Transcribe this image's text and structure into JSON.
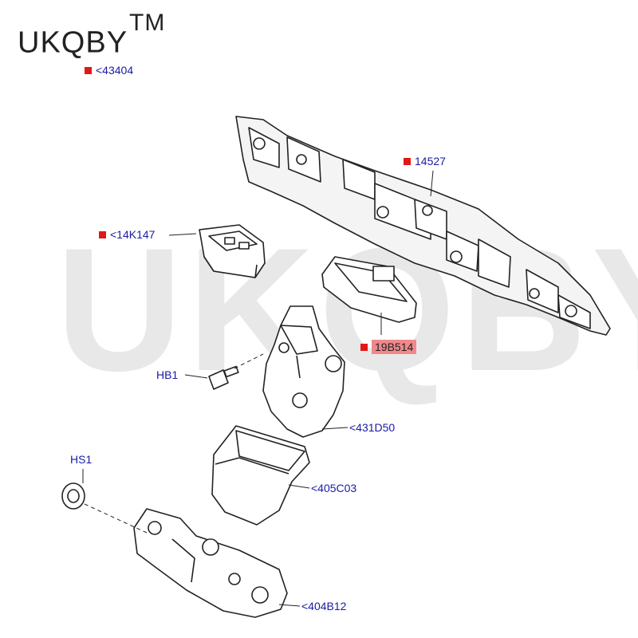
{
  "brand": {
    "name": "UKQBY",
    "mark": "TM"
  },
  "watermark": "UKQBYTM",
  "callouts": {
    "c43404": "<43404",
    "c14527": "14527",
    "c14K147": "<14K147",
    "c19B514": "19B514",
    "cHB1": "HB1",
    "c431D50": "<431D50",
    "cHS1": "HS1",
    "c405C03": "<405C03",
    "c404B12": "<404B12"
  },
  "colors": {
    "marker": "#e21818",
    "label": "#1a1aa6",
    "highlight": "#f0888c",
    "line": "#222222"
  }
}
